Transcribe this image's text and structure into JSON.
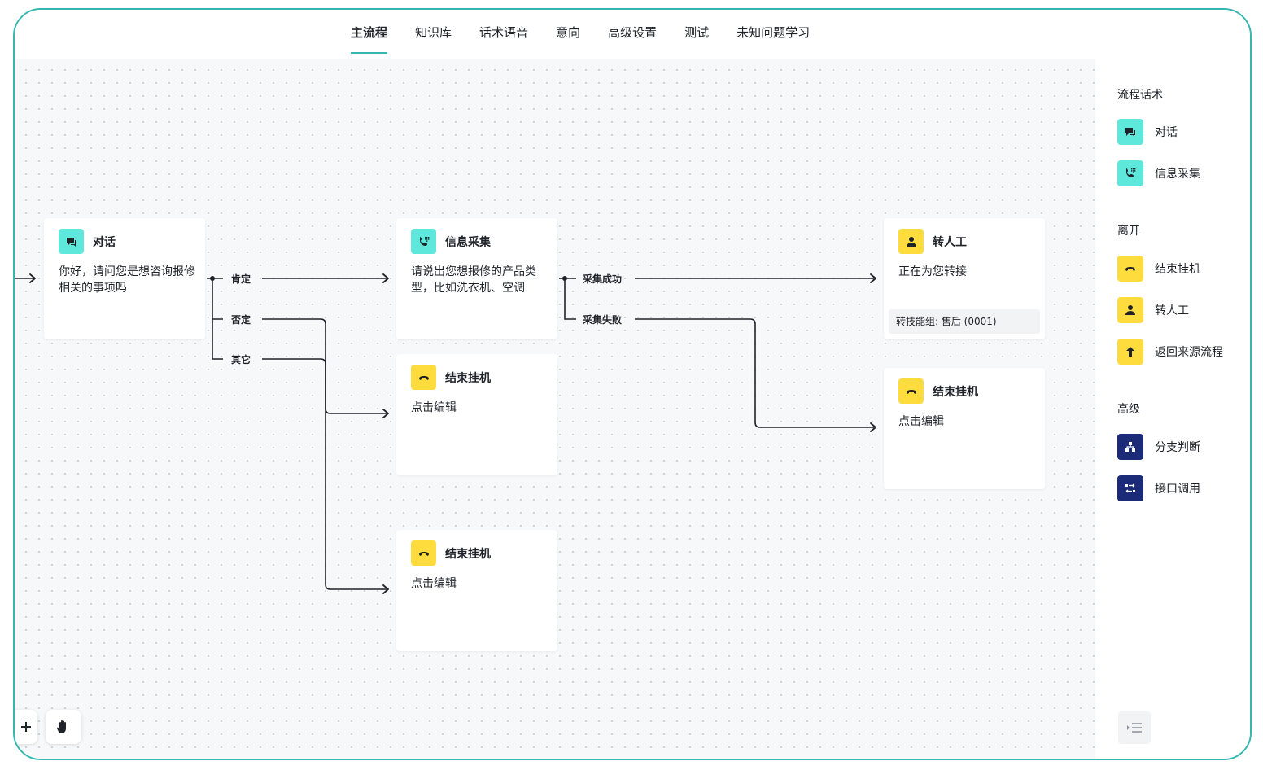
{
  "tabs": [
    {
      "label": "主流程",
      "active": true
    },
    {
      "label": "知识库",
      "active": false
    },
    {
      "label": "话术语音",
      "active": false
    },
    {
      "label": "意向",
      "active": false
    },
    {
      "label": "高级设置",
      "active": false
    },
    {
      "label": "测试",
      "active": false
    },
    {
      "label": "未知问题学习",
      "active": false
    }
  ],
  "palette": {
    "sections": [
      {
        "title": "流程话术",
        "items": [
          {
            "label": "对话",
            "icon": "chat-icon",
            "color": "#5ee8dc"
          },
          {
            "label": "信息采集",
            "icon": "phone-keypad-icon",
            "color": "#5ee8dc"
          }
        ]
      },
      {
        "title": "离开",
        "items": [
          {
            "label": "结束挂机",
            "icon": "hangup-icon",
            "color": "#fedc3d"
          },
          {
            "label": "转人工",
            "icon": "person-icon",
            "color": "#fedc3d"
          },
          {
            "label": "返回来源流程",
            "icon": "return-arrow-icon",
            "color": "#fedc3d"
          }
        ]
      },
      {
        "title": "高级",
        "items": [
          {
            "label": "分支判断",
            "icon": "branch-icon",
            "color": "#1b2b78"
          },
          {
            "label": "接口调用",
            "icon": "api-icon",
            "color": "#1b2b78"
          }
        ]
      }
    ]
  },
  "nodes": {
    "dialog": {
      "title": "对话",
      "body": "你好，请问您是想咨询报修相关的事项吗"
    },
    "collect": {
      "title": "信息采集",
      "body": "请说出您想报修的产品类型，比如洗衣机、空调"
    },
    "transfer": {
      "title": "转人工",
      "body": "正在为您转接",
      "sub": "转技能组: 售后 (0001)"
    },
    "hangup1": {
      "title": "结束挂机",
      "body": "点击编辑"
    },
    "hangup2": {
      "title": "结束挂机",
      "body": "点击编辑"
    },
    "hangup3": {
      "title": "结束挂机",
      "body": "点击编辑"
    }
  },
  "branches": {
    "dialog": [
      "肯定",
      "否定",
      "其它"
    ],
    "collect": [
      "采集成功",
      "采集失败"
    ]
  },
  "colors": {
    "accent": "#35b7b0",
    "teal": "#5ee8dc",
    "yellow": "#fedc3d",
    "navy": "#1b2b78"
  }
}
